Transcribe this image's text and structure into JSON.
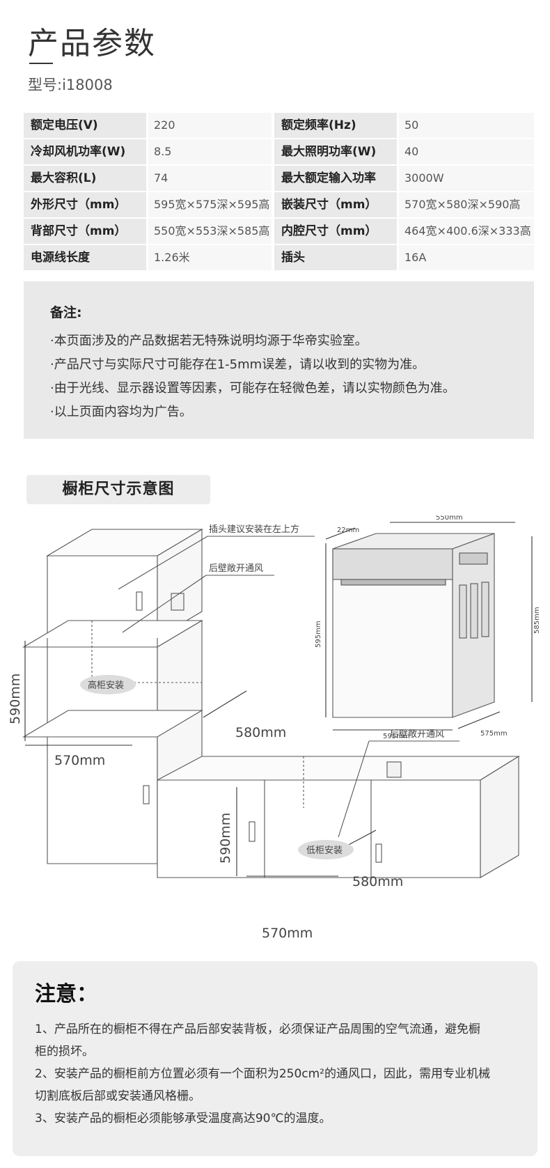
{
  "header": {
    "title": "产品参数",
    "model": "型号:i18008"
  },
  "specs": [
    {
      "k1": "额定电压(V)",
      "v1": "220",
      "k2": "额定频率(Hz)",
      "v2": "50"
    },
    {
      "k1": "冷却风机功率(W)",
      "v1": "8.5",
      "k2": "最大照明功率(W)",
      "v2": "40"
    },
    {
      "k1": "最大容积(L)",
      "v1": "74",
      "k2": "最大额定输入功率",
      "v2": "3000W"
    },
    {
      "k1": "外形尺寸（mm）",
      "v1": "595宽×575深×595高",
      "k2": "嵌装尺寸（mm）",
      "v2": "570宽×580深×590高"
    },
    {
      "k1": "背部尺寸（mm）",
      "v1": "550宽×553深×585高",
      "k2": "内腔尺寸（mm）",
      "v2": "464宽×400.6深×333高"
    },
    {
      "k1": "电源线长度",
      "v1": "1.26米",
      "k2": "插头",
      "v2": "16A"
    }
  ],
  "notes": {
    "title": "备注:",
    "lines": [
      "·本页面涉及的产品数据若无特殊说明均源于华帝实验室。",
      "·产品尺寸与实际尺寸可能存在1-5mm误差，请以收到的实物为准。",
      "·由于光线、显示器设置等因素，可能存在轻微色差，请以实物颜色为准。",
      "·以上页面内容均为广告。"
    ]
  },
  "cabinet": {
    "tag": "橱柜尺寸示意图",
    "plug_note": "插头建议安装在左上方",
    "vent_note_high": "后壁敞开通风",
    "vent_note_low": "后壁敞开通风",
    "high_label": "高柜安装",
    "low_label": "低柜安装",
    "high_height": "590mm",
    "high_depth": "580mm",
    "high_width": "570mm",
    "low_height": "590mm",
    "low_depth": "580mm",
    "low_width": "570mm",
    "oven_top_width": "550mm",
    "oven_top_depth": "22mm",
    "oven_left_height": "595mm",
    "oven_right_height": "585mm",
    "oven_bottom_width": "595mm",
    "oven_bottom_depth": "575mm"
  },
  "attention": {
    "title": "注意：",
    "lines": [
      "1、产品所在的橱柜不得在产品后部安装背板，必须保证产品周围的空气流通，避免橱",
      "柜的损坏。",
      "2、安装产品的橱柜前方位置必须有一个面积为250cm²的通风口，因此，需用专业机械",
      "切割底板后部或安装通风格栅。",
      "3、安装产品的橱柜必须能够承受温度高达90℃的温度。"
    ]
  }
}
